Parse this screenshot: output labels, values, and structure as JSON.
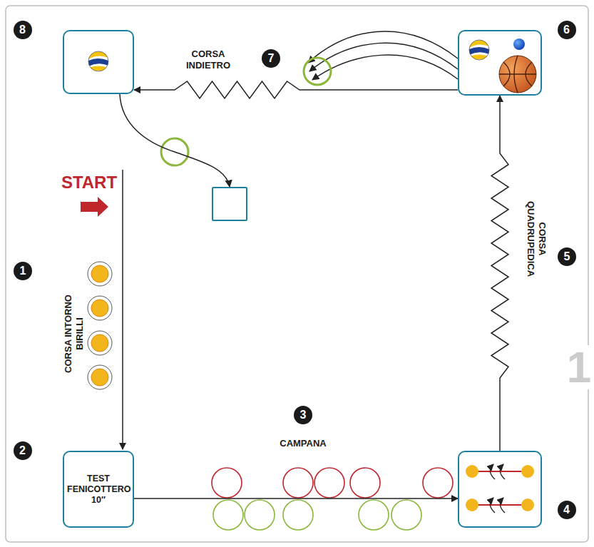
{
  "diagram": {
    "nodes": [
      {
        "text": [
          "8"
        ]
      },
      {
        "text": [
          "6"
        ]
      },
      {
        "text": []
      },
      {
        "text": [
          "2",
          "TEST FENICOTTERO 10″"
        ]
      },
      {
        "text": [
          "4"
        ]
      }
    ],
    "edges": [
      {
        "from": 0,
        "to": 2,
        "arrow": "to"
      },
      {
        "from": 1,
        "to": 0,
        "arrow": "to"
      },
      {
        "from": 3,
        "to": 4,
        "arrow": "to"
      },
      {
        "from": 4,
        "to": 1,
        "arrow": "to"
      }
    ],
    "labels": [
      "7",
      "CORSA INDIETRO",
      "START",
      "1",
      "CORSA INTORNO BIRILLI",
      "3",
      "CAMPANA",
      "5",
      "CORSA QUADRUPEDICA",
      "1"
    ]
  }
}
